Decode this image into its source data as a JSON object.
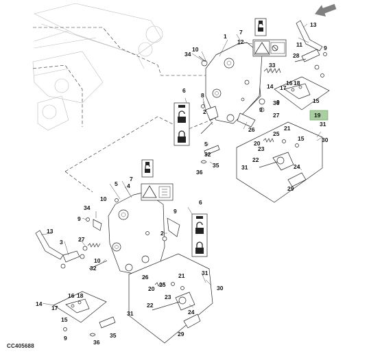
{
  "diagram_code": "CC405688",
  "highlight_part": "19",
  "colors": {
    "highlight_fill": "#a9cfa0",
    "nav_arrow": "#808080"
  },
  "icons": [
    "nav-arrow-icon",
    "lock-icon",
    "unlock-icon",
    "warning-hand-icon",
    "manual-book-icon",
    "no-hand-icon"
  ],
  "labels": {
    "upper": [
      "1",
      "7",
      "12",
      "34",
      "10",
      "28",
      "11",
      "13",
      "9",
      "33",
      "6",
      "8",
      "2",
      "16",
      "18",
      "17",
      "14",
      "15",
      "19",
      "36",
      "9",
      "27",
      "30",
      "31",
      "5",
      "26",
      "20",
      "21",
      "25",
      "23",
      "22",
      "32",
      "35",
      "36",
      "24",
      "29",
      "31",
      "15",
      "9"
    ],
    "lower": [
      "7",
      "5",
      "4",
      "10",
      "34",
      "9",
      "13",
      "3",
      "27",
      "9",
      "6",
      "2",
      "10",
      "32",
      "26",
      "20",
      "21",
      "25",
      "23",
      "22",
      "31",
      "31",
      "30",
      "24",
      "29",
      "14",
      "17",
      "16",
      "18",
      "15",
      "9",
      "36",
      "35"
    ]
  }
}
